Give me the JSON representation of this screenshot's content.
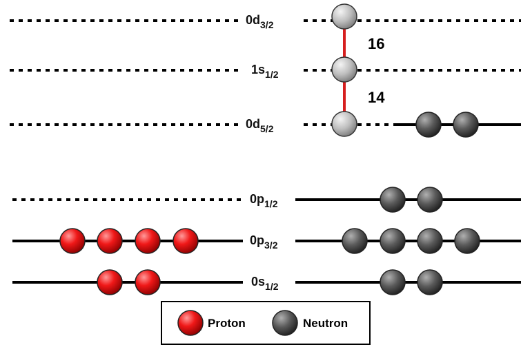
{
  "levels": [
    {
      "id": "0d32",
      "label_main": "0d",
      "label_sub": "3/2"
    },
    {
      "id": "1s12",
      "label_main": "1s",
      "label_sub": "1/2"
    },
    {
      "id": "0d52",
      "label_main": "0d",
      "label_sub": "5/2"
    },
    {
      "id": "0p12",
      "label_main": "0p",
      "label_sub": "1/2"
    },
    {
      "id": "0p32",
      "label_main": "0p",
      "label_sub": "3/2"
    },
    {
      "id": "0s12",
      "label_main": "0s",
      "label_sub": "1/2"
    }
  ],
  "gaps": [
    {
      "label": "16"
    },
    {
      "label": "14"
    }
  ],
  "legend": {
    "proton_label": "Proton",
    "neutron_label": "Neutron"
  },
  "colors": {
    "proton": "#e01010",
    "neutron": "#555555",
    "halo_particle": "#b8b8b8",
    "gap_line": "#d61f1f",
    "level_line": "#000000"
  }
}
